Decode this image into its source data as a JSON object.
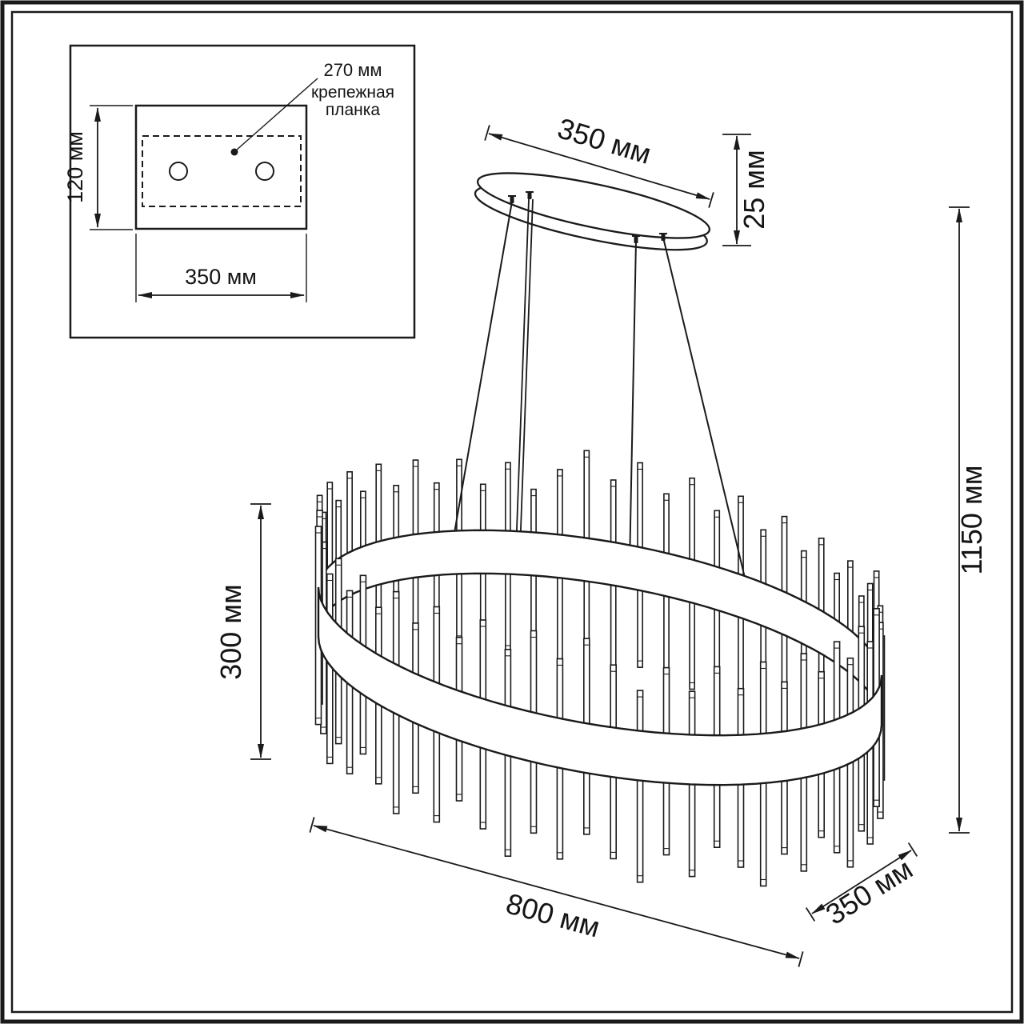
{
  "colors": {
    "line": "#1a1a1a",
    "background": "#ffffff"
  },
  "inset": {
    "bracket_offset_label": "270 мм",
    "bracket_caption": [
      "крепежная",
      "планка"
    ],
    "plate_height_label": "120 мм",
    "plate_width_label": "350 мм"
  },
  "canopy": {
    "length_label": "350 мм",
    "thickness_label": "25 мм"
  },
  "fixture": {
    "overall_height_label": "1150 мм",
    "shade_height_label": "300 мм",
    "length_label": "800 мм",
    "depth_label": "350 мм"
  }
}
